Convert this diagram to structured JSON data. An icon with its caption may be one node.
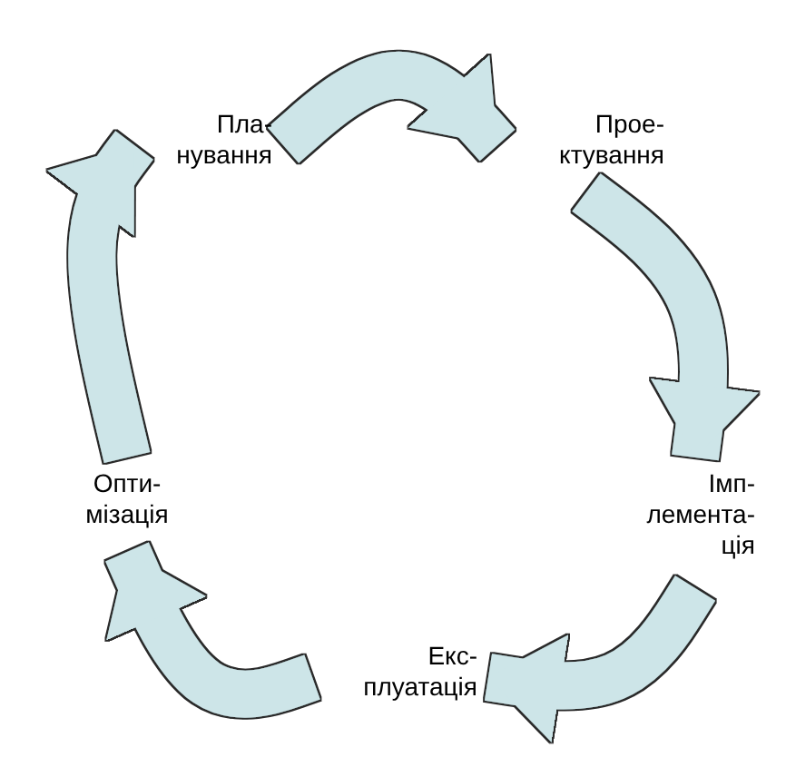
{
  "diagram": {
    "nodes": [
      {
        "text": [
          "Пла- нування"
        ]
      },
      {
        "text": [
          "Проe- ктування"
        ]
      },
      {
        "text": [
          "Імп- лемента- ція"
        ]
      },
      {
        "text": [
          "Екс- плуатація"
        ]
      },
      {
        "text": [
          "Опти- мізація"
        ]
      }
    ],
    "edges": [
      {
        "from": 0,
        "to": 1,
        "arrow": "to"
      },
      {
        "from": 1,
        "to": 2,
        "arrow": "to"
      },
      {
        "from": 2,
        "to": 3,
        "arrow": "to"
      },
      {
        "from": 3,
        "to": 4,
        "arrow": "to"
      },
      {
        "from": 4,
        "to": 0,
        "arrow": "to"
      }
    ]
  }
}
